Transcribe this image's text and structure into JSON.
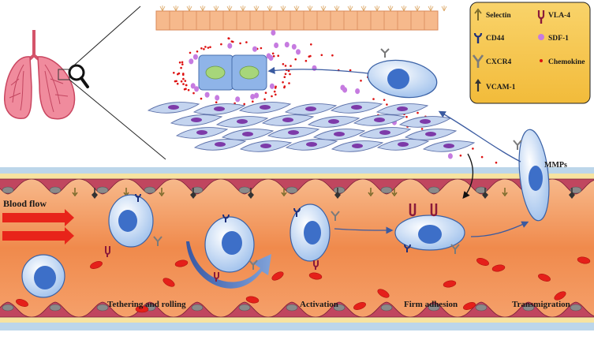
{
  "legend": {
    "items": [
      {
        "label": "Selectin",
        "icon": "selectin-icon"
      },
      {
        "label": "VLA-4",
        "icon": "vla4-icon"
      },
      {
        "label": "CD44",
        "icon": "cd44-icon"
      },
      {
        "label": "SDF-1",
        "icon": "sdf1-icon"
      },
      {
        "label": "CXCR4",
        "icon": "cxcr4-icon"
      },
      {
        "label": "Chemokine",
        "icon": "chemokine-icon"
      },
      {
        "label": "VCAM-1",
        "icon": "vcam1-icon"
      }
    ]
  },
  "labels": {
    "blood_flow": "Blood flow",
    "mmps": "MMPs",
    "tethering": "Tethering and rolling",
    "activation": "Activation",
    "firm_adhesion": "Firm adhesion",
    "transmigration": "Transmigration"
  },
  "colors": {
    "vessel": "#f08a4c",
    "legend_bg": "#f7c84e",
    "cell_blue": "#4a7fd0",
    "chemokine": "#dd1111",
    "sdf1": "#c67be0",
    "rbc": "#e5201a",
    "arrow": "#3a5aa0"
  }
}
